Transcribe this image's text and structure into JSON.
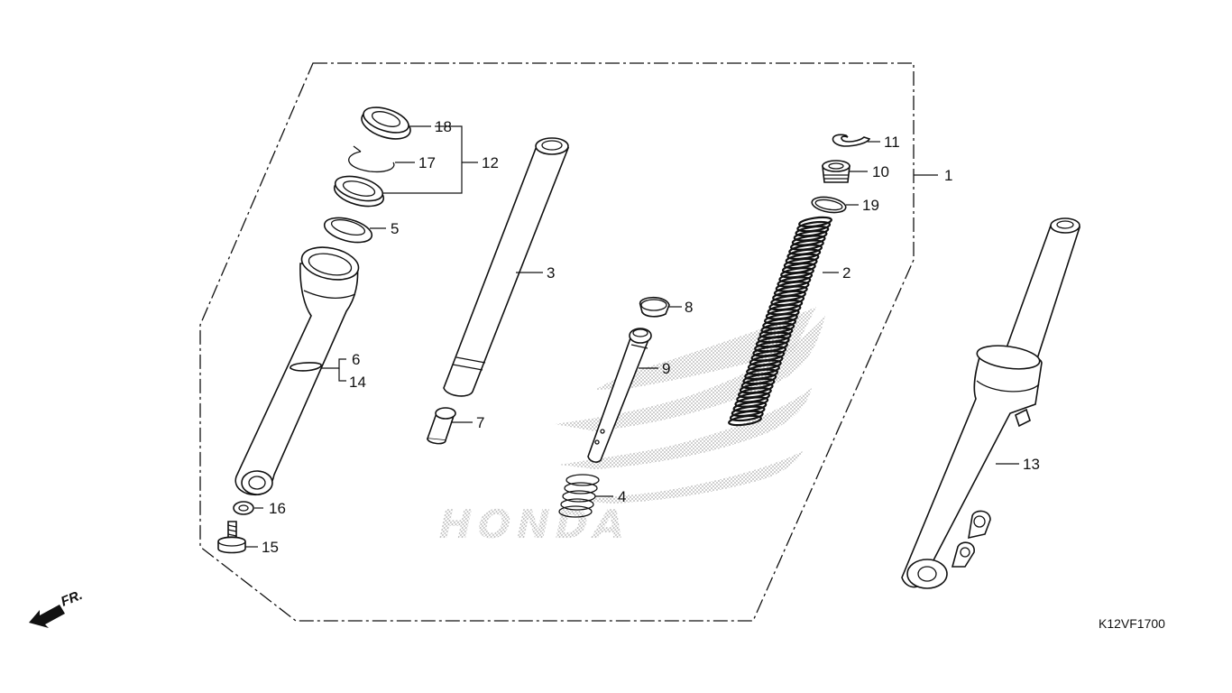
{
  "diagram_code": "K12VF1700",
  "direction_label": "FR.",
  "watermark_text": "HONDA",
  "callouts": {
    "p1": "1",
    "p2": "2",
    "p3": "3",
    "p4": "4",
    "p5": "5",
    "p6": "6",
    "p7": "7",
    "p8": "8",
    "p9": "9",
    "p10": "10",
    "p11": "11",
    "p12": "12",
    "p13": "13",
    "p14": "14",
    "p15": "15",
    "p16": "16",
    "p17": "17",
    "p18": "18",
    "p19": "19"
  }
}
